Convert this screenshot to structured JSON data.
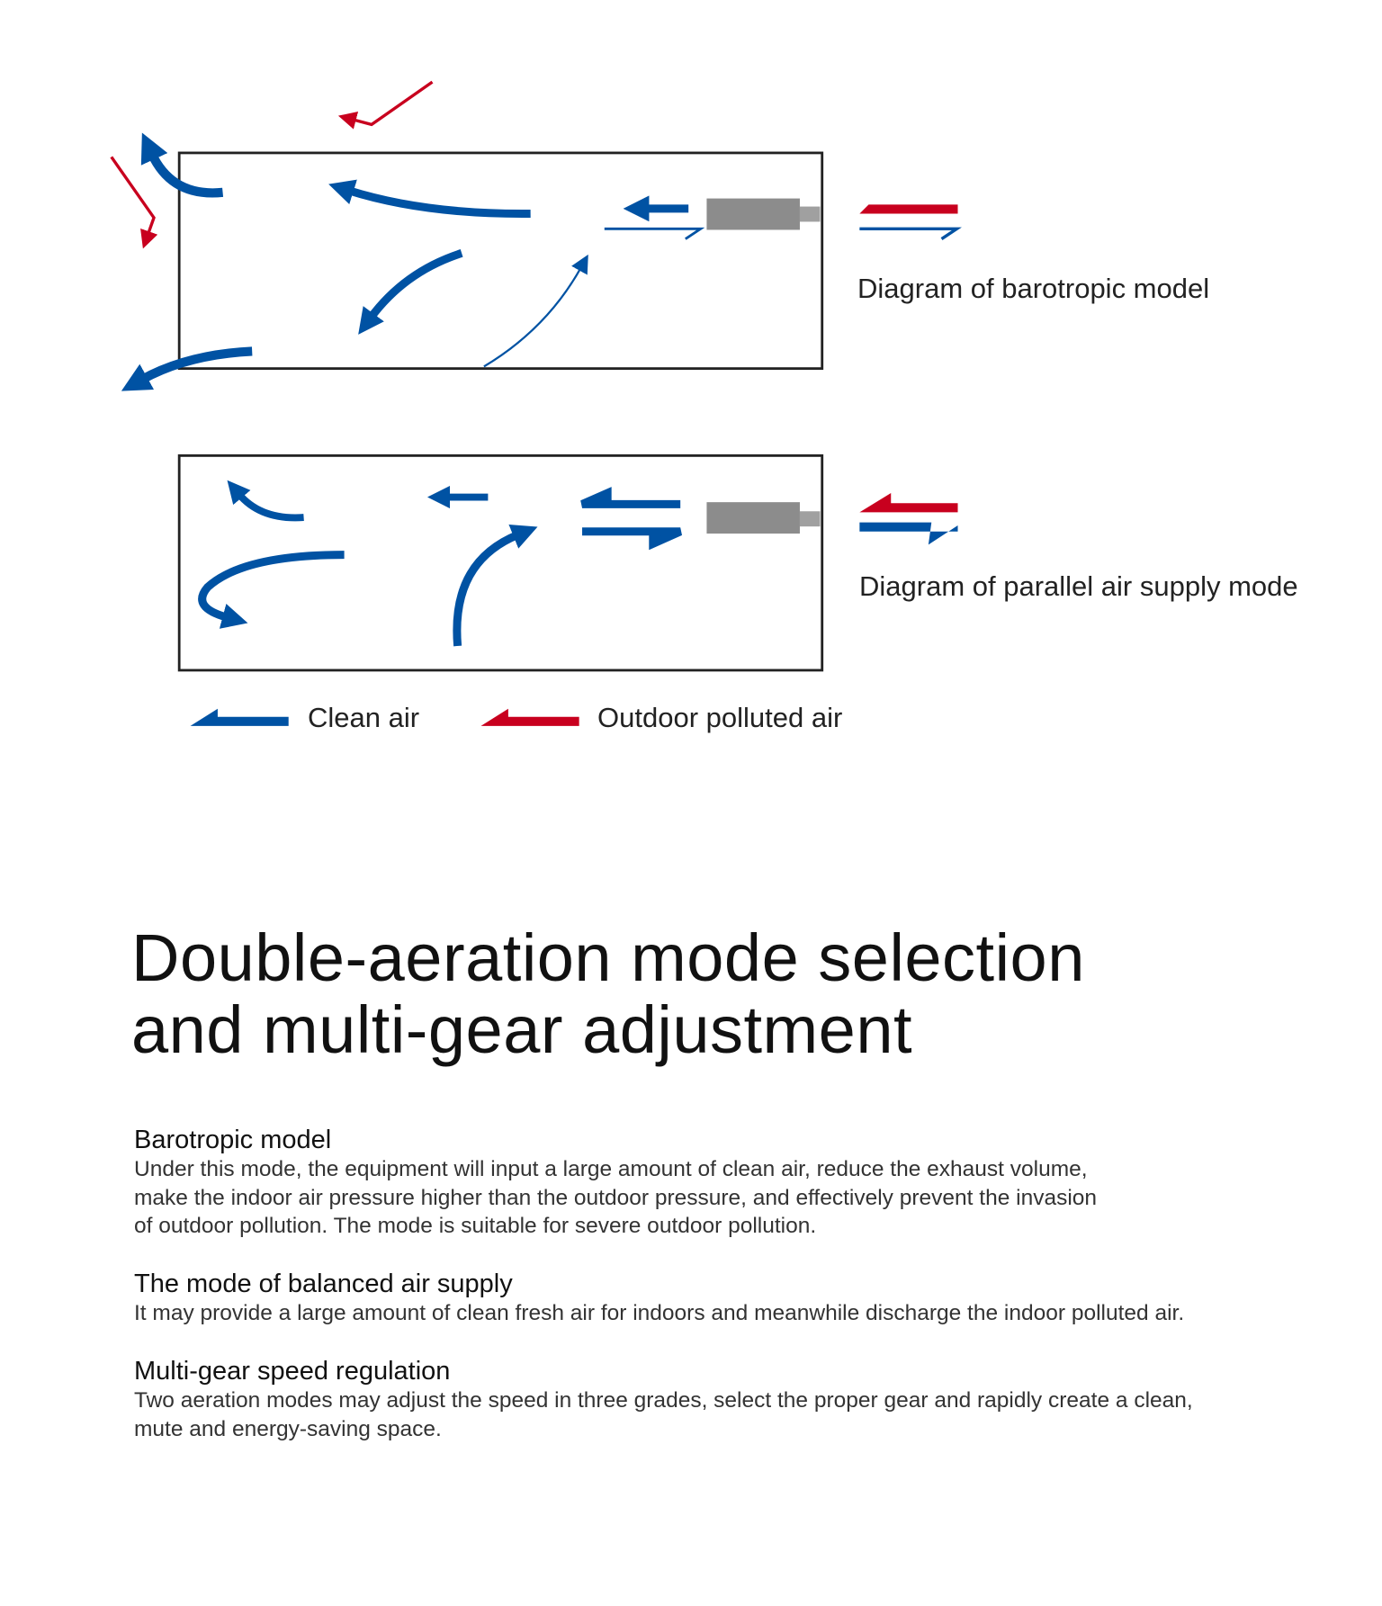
{
  "diagrams": [
    {
      "caption": "Diagram of barotropic model"
    },
    {
      "caption": "Diagram of parallel air supply mode"
    }
  ],
  "legend": {
    "clean": "Clean air",
    "polluted": "Outdoor polluted air"
  },
  "colors": {
    "clean": "#0052a3",
    "polluted": "#c8001e",
    "device": "#8c8c8c"
  },
  "heading": {
    "line1": "Double-aeration mode selection",
    "line2": "and multi-gear adjustment"
  },
  "sections": [
    {
      "title": "Barotropic model",
      "body": "Under this mode, the equipment will input a large amount of clean air, reduce the exhaust volume,\nmake the indoor air pressure higher than the outdoor pressure, and effectively prevent the invasion\n of outdoor pollution. The mode is suitable for severe outdoor pollution."
    },
    {
      "title": "The mode of balanced air supply",
      "body": "It may provide a large amount of clean fresh air for indoors and meanwhile discharge the indoor polluted air."
    },
    {
      "title": "Multi-gear speed regulation",
      "body": "Two aeration modes may adjust the speed in three grades, select the proper gear and rapidly create a clean,\nmute and energy-saving space."
    }
  ]
}
